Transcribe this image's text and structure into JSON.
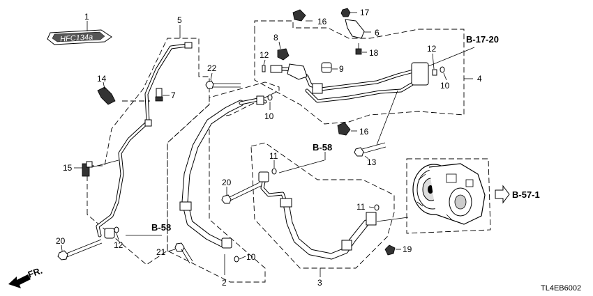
{
  "callouts": {
    "c1": "1",
    "c2": "2",
    "c3": "3",
    "c4": "4",
    "c5": "5",
    "c6": "6",
    "c7": "7",
    "c8": "8",
    "c9": "9",
    "c10a": "10",
    "c10b": "10",
    "c10c": "10",
    "c11a": "11",
    "c11b": "11",
    "c12a": "12",
    "c12b": "12",
    "c12c": "12",
    "c13": "13",
    "c14": "14",
    "c15": "15",
    "c16a": "16",
    "c16b": "16",
    "c17": "17",
    "c18": "18",
    "c19": "19",
    "c20a": "20",
    "c20b": "20",
    "c21": "21",
    "c22": "22"
  },
  "references": {
    "b1720": "B-17-20",
    "b58a": "B-58",
    "b58b": "B-58",
    "b571": "B-57-1"
  },
  "label_plate": "HFC134a",
  "front_arrow": "FR.",
  "diagram_code": "TL4EB6002"
}
